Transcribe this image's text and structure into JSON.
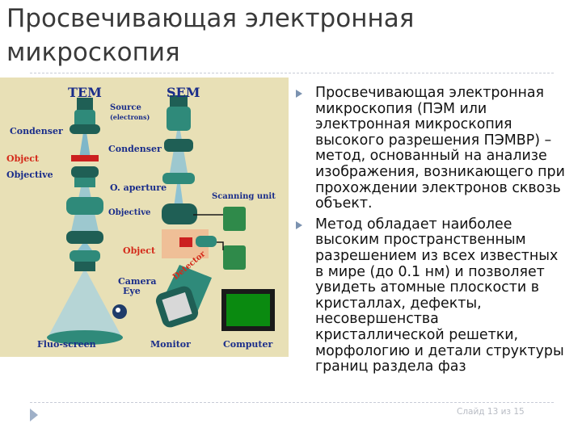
{
  "slide": {
    "title": "Просвечивающая электронная микроскопия",
    "slide_number": "Слайд 13 из 15"
  },
  "figure": {
    "tem_label": "TEM",
    "sem_label": "SEM",
    "left_labels": {
      "condenser": "Condenser",
      "object": "Object",
      "objective": "Objective",
      "camera_eye_1": "Camera",
      "camera_eye_2": "Eye",
      "fluo_screen": "Fluo-screen"
    },
    "center_labels": {
      "source_1": "Source",
      "source_2": "(electrons)",
      "condenser": "Condenser",
      "o_aperture": "O. aperture",
      "objective": "Objective",
      "object": "Object",
      "detector": "Detector",
      "monitor": "Monitor"
    },
    "right_labels": {
      "scanning_unit": "Scanning unit",
      "computer": "Computer"
    },
    "colors": {
      "background": "#e8e0b6",
      "column_green": "#2f8a7a",
      "dark_green": "#1f5f55",
      "lens_red": "#cc2020",
      "label_red": "#d42a1a",
      "label_navy": "#1a2d8a",
      "screen_green": "#0a8a10"
    }
  },
  "bullets": [
    "Просвечивающая электронная микроскопия (ПЭМ или электронная микроскопия высокого разрешения ПЭМВР) – метод, основанный на анализе изображения, возникающего при прохождении электронов сквозь объект.",
    "Метод обладает наиболее высоким пространственным разрешением из всех известных в мире (до 0.1 нм) и позволяет увидеть атомные плоскости в кристаллах, дефекты, несовершенства кристаллической решетки, морфологию и детали структуры границ раздела фаз"
  ]
}
